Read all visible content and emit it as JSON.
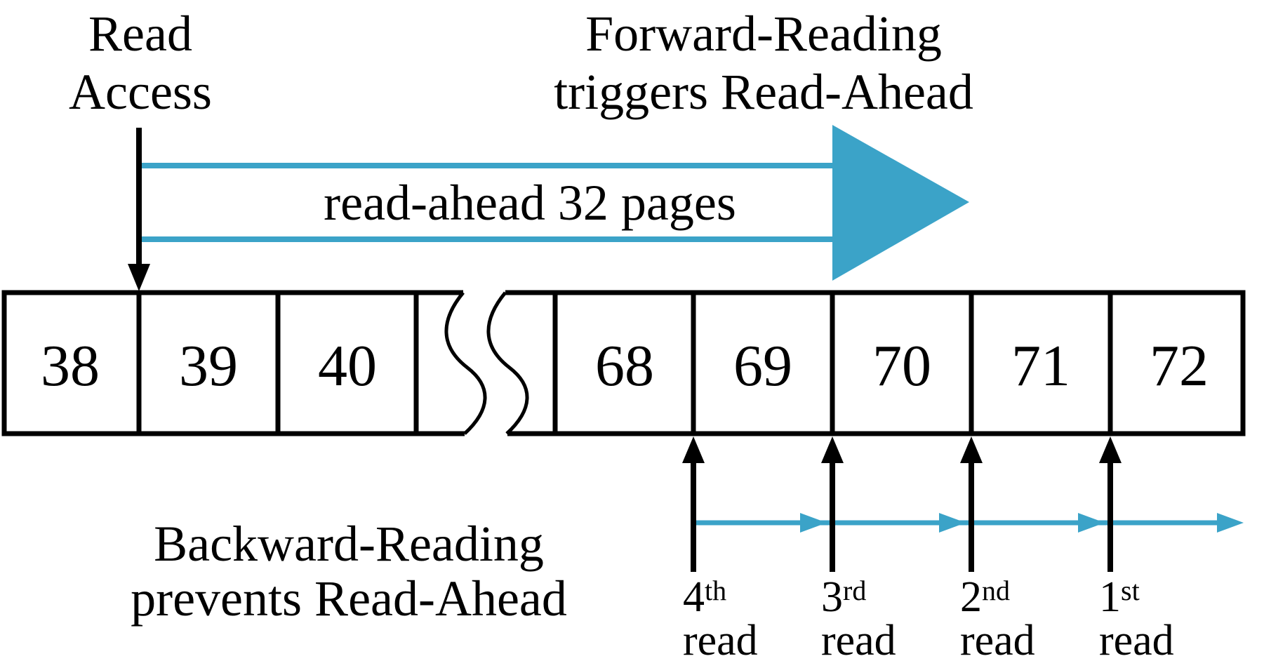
{
  "colors": {
    "accent_teal": "#3BA3C8",
    "ink": "#000000"
  },
  "annotations": {
    "read_access": {
      "line1": "Read",
      "line2": "Access"
    },
    "forward": {
      "line1": "Forward-Reading",
      "line2": "triggers Read-Ahead"
    },
    "read_ahead_arrow": {
      "label": "read-ahead 32 pages"
    },
    "backward": {
      "line1": "Backward-Reading",
      "line2": "prevents Read-Ahead"
    }
  },
  "pages": {
    "left": [
      "38",
      "39",
      "40"
    ],
    "right": [
      "68",
      "69",
      "70",
      "71",
      "72"
    ]
  },
  "reads": [
    {
      "num": "4",
      "suffix": "th",
      "word": "read"
    },
    {
      "num": "3",
      "suffix": "rd",
      "word": "read"
    },
    {
      "num": "2",
      "suffix": "nd",
      "word": "read"
    },
    {
      "num": "1",
      "suffix": "st",
      "word": "read"
    }
  ]
}
